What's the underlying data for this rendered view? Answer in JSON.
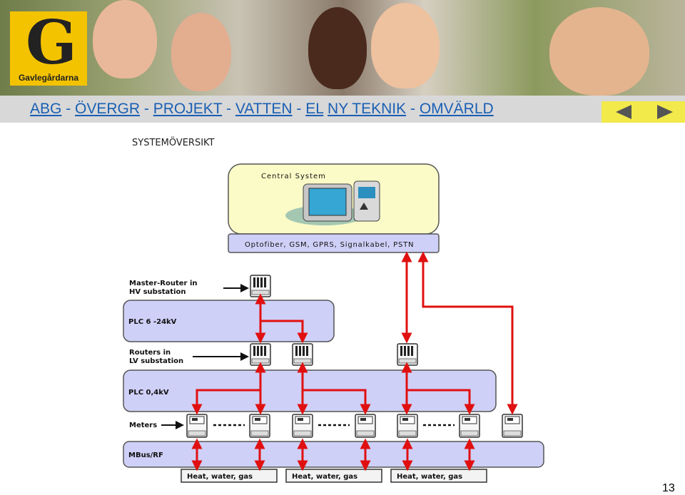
{
  "header": {
    "logo_text": "Gavlegårdarna",
    "logo_letter": "G"
  },
  "nav": {
    "items": [
      {
        "label": "ABG"
      },
      {
        "label": "ÖVERGR"
      },
      {
        "label": "PROJEKT"
      },
      {
        "label": "VATTEN"
      },
      {
        "label": "EL"
      },
      {
        "label": "NY TEKNIK"
      },
      {
        "label": "OMVÄRLD"
      }
    ]
  },
  "diagram": {
    "title": "SYSTEMÖVERSIKT",
    "central_system": "Central System",
    "comm_bar": "Optofiber, GSM, GPRS, Signalkabel, PSTN",
    "master_router_line1": "Master-Router in",
    "master_router_line2": "HV substation",
    "plc_hv": "PLC 6 -24kV",
    "routers_line1": "Routers in",
    "routers_line2": "LV substation",
    "plc_lv": "PLC 0,4kV",
    "meters": "Meters",
    "mbus": "MBus/RF",
    "utility_1": "Heat, water, gas",
    "utility_2": "Heat, water, gas",
    "utility_3": "Heat, water, gas",
    "accent_red": "#e01010",
    "box_fill": "#cfd0f7",
    "central_fill": "#fbfbc8"
  },
  "page_number": "13"
}
